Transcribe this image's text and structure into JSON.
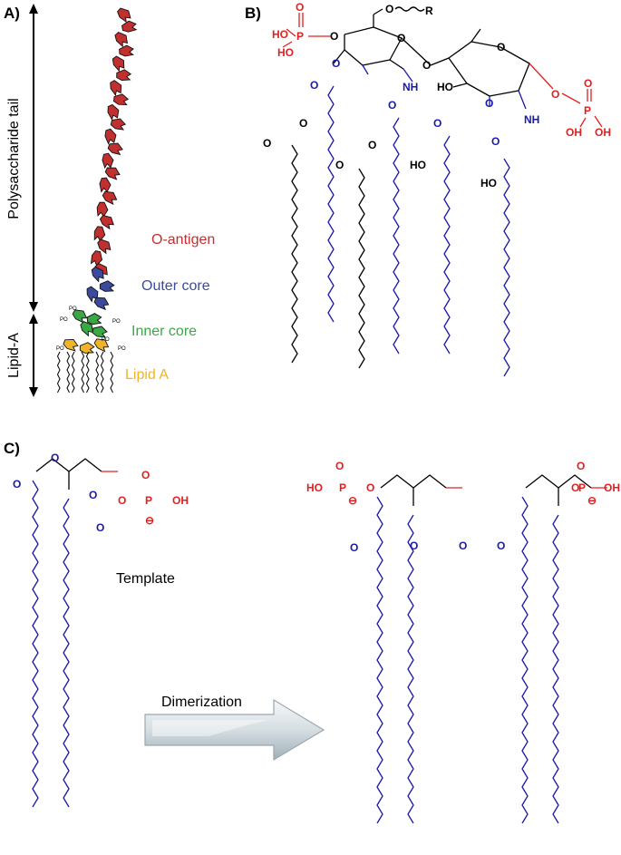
{
  "panels": {
    "a": "A)",
    "b": "B)",
    "c": "C)"
  },
  "panel_a": {
    "axis_top": "Polysaccharide tail",
    "axis_bottom": "Lipid-A",
    "legend": [
      {
        "label": "O-antigen",
        "color": "#c0302e"
      },
      {
        "label": "Outer core",
        "color": "#3b4a9c"
      },
      {
        "label": "Inner core",
        "color": "#3aa845"
      },
      {
        "label": "Lipid A",
        "color": "#f0b429"
      }
    ],
    "po_tag": "PO"
  },
  "panel_b": {
    "atoms": {
      "o": "O",
      "p": "P",
      "ho": "HO",
      "oh": "OH",
      "nh": "NH",
      "r": "R",
      "o_r": "O"
    }
  },
  "panel_c": {
    "template_label": "Template",
    "arrow_label": "Dimerization",
    "atoms": {
      "o": "O",
      "p": "P",
      "oh": "OH",
      "ho": "HO",
      "minus": "⊖"
    }
  },
  "colors": {
    "blue": "#1a1aa8",
    "red": "#e02020",
    "black": "#000000"
  }
}
